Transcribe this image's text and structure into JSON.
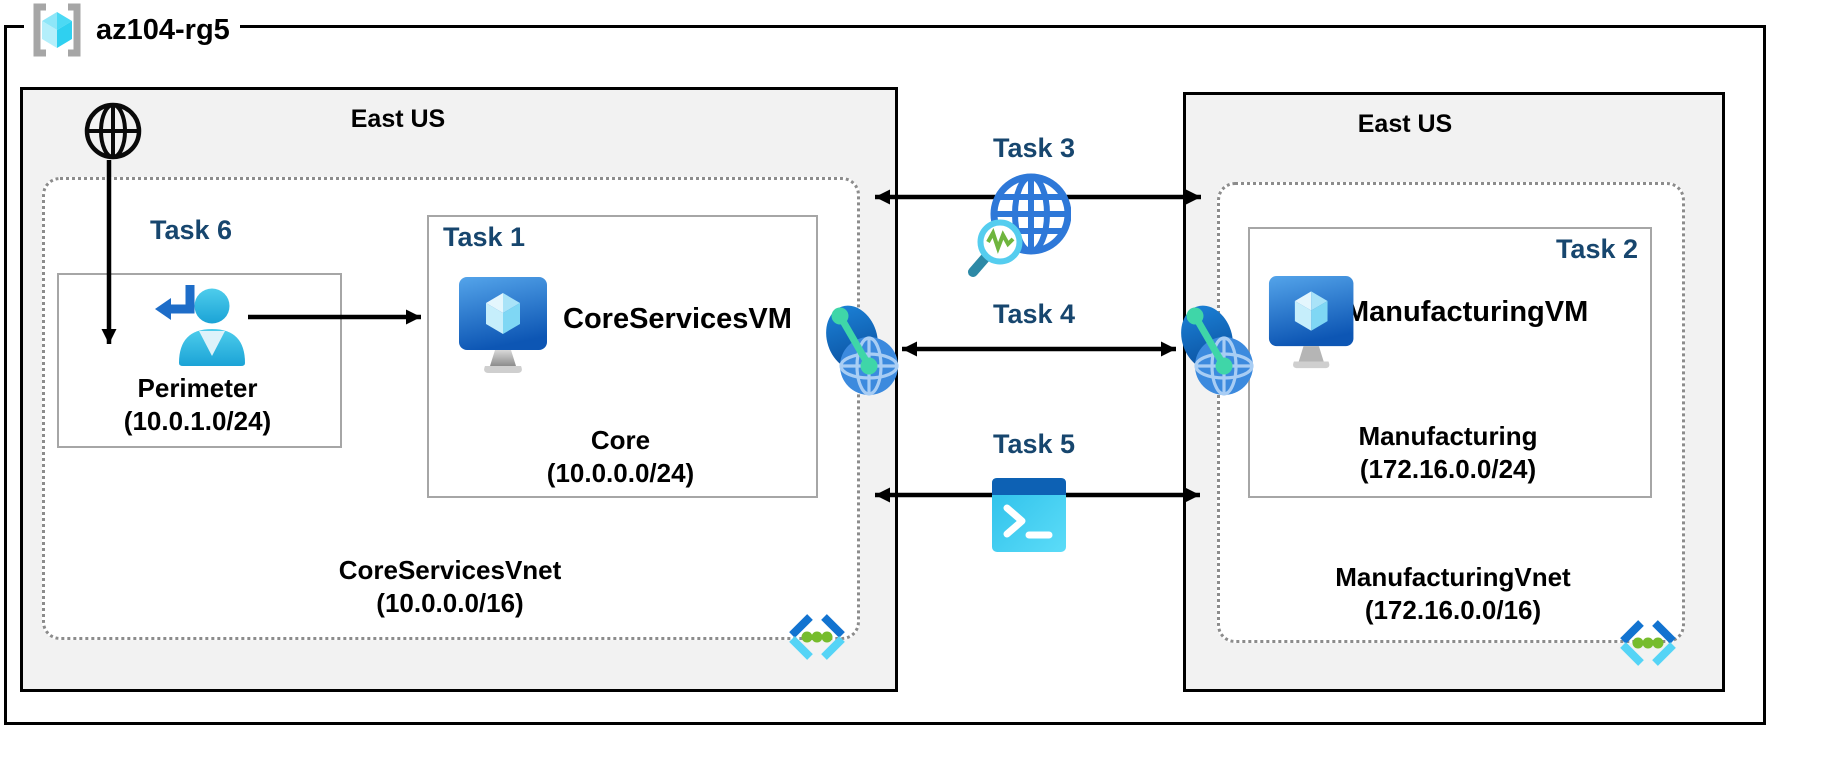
{
  "resource_group": {
    "name": "az104-rg5"
  },
  "left_region": {
    "label": "East US",
    "vnet": {
      "name": "CoreServicesVnet",
      "cidr": "(10.0.0.0/16)"
    },
    "subnet_perimeter": {
      "task": "Task 6",
      "name": "Perimeter",
      "cidr": "(10.0.1.0/24)"
    },
    "subnet_core": {
      "task": "Task 1",
      "vm_name": "CoreServicesVM",
      "name": "Core",
      "cidr": "(10.0.0.0/24)"
    }
  },
  "right_region": {
    "label": "East US",
    "vnet": {
      "name": "ManufacturingVnet",
      "cidr": "(172.16.0.0/16)"
    },
    "subnet_manufacturing": {
      "task": "Task 2",
      "vm_name": "ManufacturingVM",
      "name": "Manufacturing",
      "cidr": "(172.16.0.0/24)"
    }
  },
  "connections": {
    "task3": {
      "label": "Task 3",
      "icon": "network-watcher-icon"
    },
    "task4": {
      "label": "Task 4",
      "icon": "network-interface-icon"
    },
    "task5": {
      "label": "Task 5",
      "icon": "cloud-shell-icon"
    }
  },
  "icons": {
    "resource_group": "resource-group-icon",
    "internet": "internet-globe-icon",
    "perimeter_user": "user-signin-icon",
    "virtual_machine": "virtual-machine-icon",
    "network_interface": "network-interface-icon",
    "network_watcher": "network-watcher-icon",
    "cloud_shell": "cloud-shell-icon",
    "virtual_network": "virtual-network-icon"
  },
  "colors": {
    "task_label": "#17466e",
    "region_fill": "#f2f2f2",
    "region_border": "#000000",
    "vnet_border": "#8c8c8c",
    "subnet_box_border": "#a6a6a6",
    "azure_blue": "#1565c0",
    "cyan": "#35b8e0",
    "vnet_icon_green": "#76bc2d",
    "nic_green": "#3fd6a8"
  }
}
